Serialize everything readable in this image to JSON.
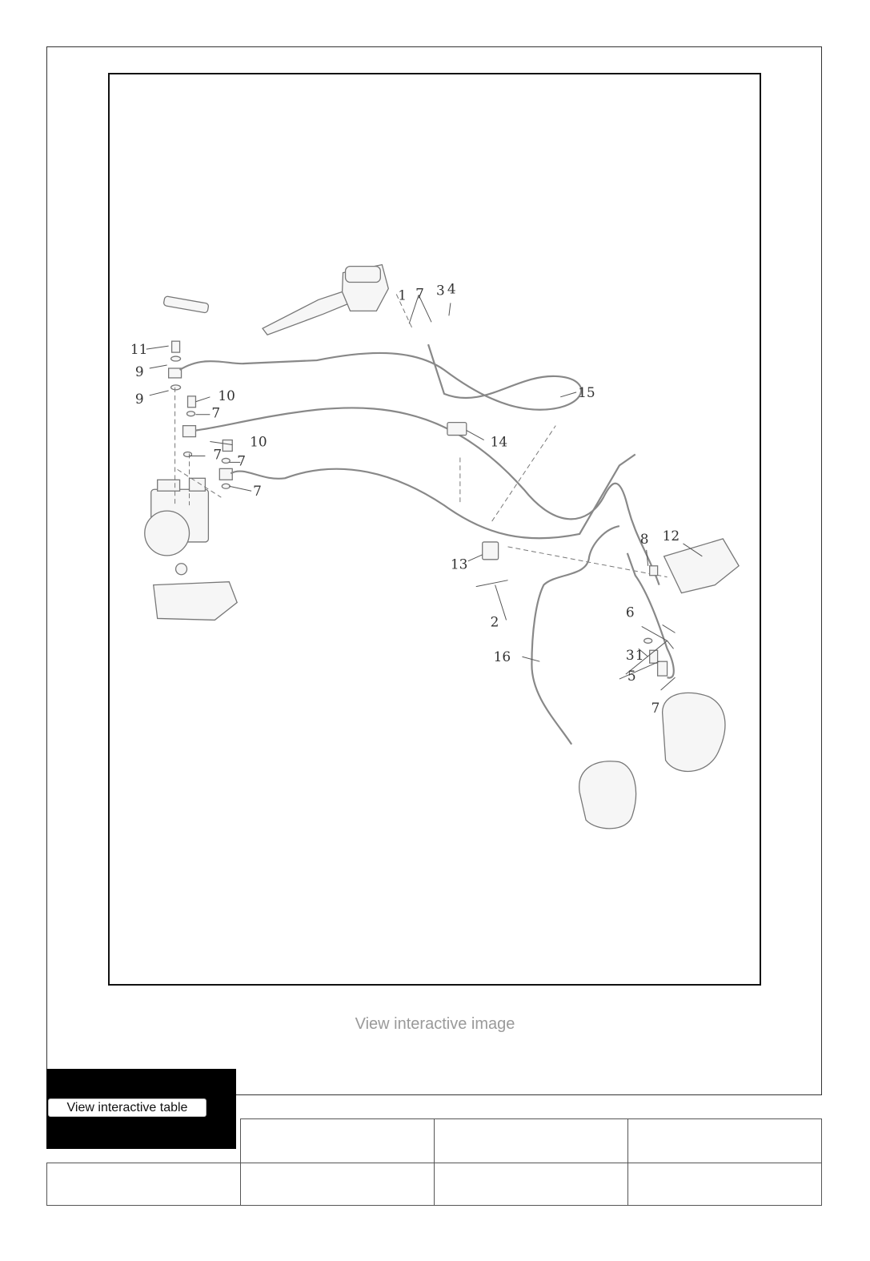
{
  "diagram": {
    "callouts": [
      "1",
      "2",
      "3",
      "4",
      "5",
      "6",
      "7",
      "8",
      "9",
      "10",
      "11",
      "12",
      "13",
      "14",
      "15",
      "16"
    ],
    "view_image_label": "View interactive image"
  },
  "table": {
    "view_table_label": "View interactive table",
    "rows": [
      [
        "",
        "",
        "",
        ""
      ],
      [
        "",
        "",
        "",
        ""
      ]
    ]
  }
}
